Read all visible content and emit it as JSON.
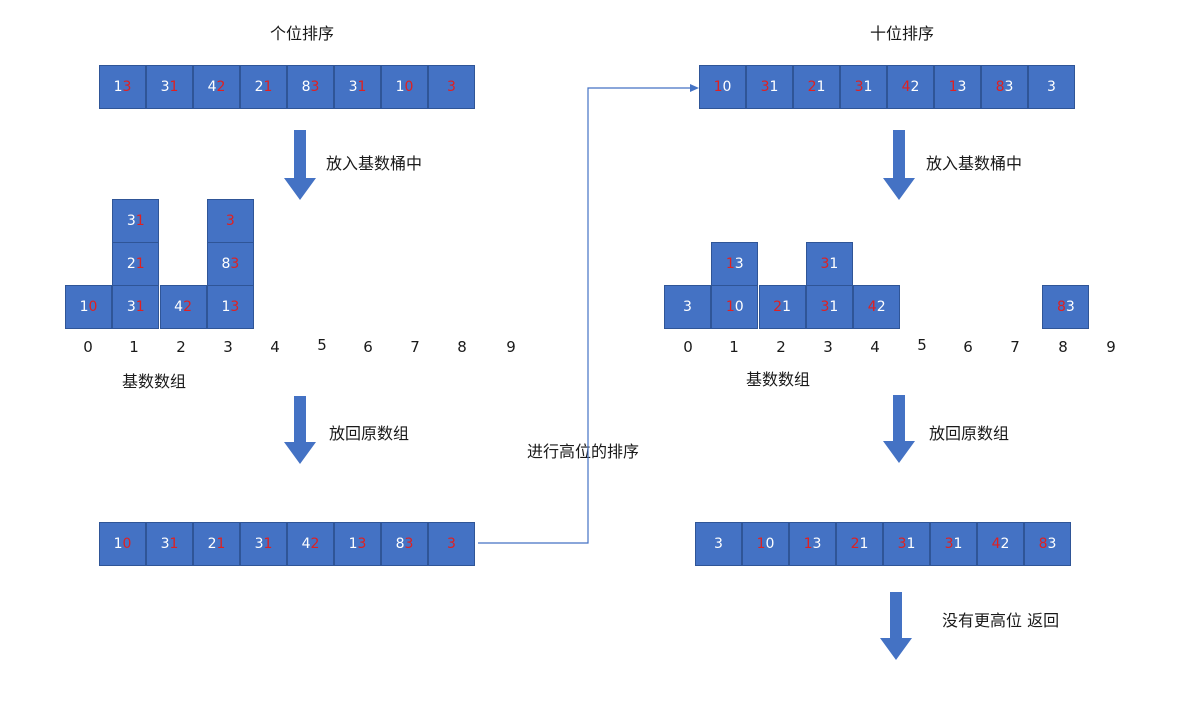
{
  "titles": {
    "ones_sort": "个位排序",
    "tens_sort": "十位排序"
  },
  "labels": {
    "put_buckets_left": "放入基数桶中",
    "put_buckets_right": "放入基数桶中",
    "bucket_array_left": "基数数组",
    "bucket_array_right": "基数数组",
    "put_back_left": "放回原数组",
    "put_back_right": "放回原数组",
    "next_digit": "进行高位的排序",
    "no_more_return": "没有更高位 返回"
  },
  "index_digits": [
    "0",
    "1",
    "2",
    "3",
    "4",
    "5",
    "6",
    "7",
    "8",
    "9"
  ],
  "left": {
    "initial": [
      {
        "a": "1",
        "b": "3"
      },
      {
        "a": "3",
        "b": "1"
      },
      {
        "a": "4",
        "b": "2"
      },
      {
        "a": "2",
        "b": "1"
      },
      {
        "a": "8",
        "b": "3"
      },
      {
        "a": "3",
        "b": "1"
      },
      {
        "a": "1",
        "b": "0"
      },
      {
        "a": "",
        "b": "3"
      }
    ],
    "buckets": {
      "b0": [
        {
          "a": "1",
          "b": "0"
        }
      ],
      "b1": [
        {
          "a": "3",
          "b": "1"
        },
        {
          "a": "2",
          "b": "1"
        },
        {
          "a": "3",
          "b": "1"
        }
      ],
      "b2": [
        {
          "a": "4",
          "b": "2"
        }
      ],
      "b3": [
        {
          "a": "1",
          "b": "3"
        },
        {
          "a": "8",
          "b": "3"
        },
        {
          "a": "",
          "b": "3"
        }
      ]
    },
    "result": [
      {
        "a": "1",
        "b": "0"
      },
      {
        "a": "3",
        "b": "1"
      },
      {
        "a": "2",
        "b": "1"
      },
      {
        "a": "3",
        "b": "1"
      },
      {
        "a": "4",
        "b": "2"
      },
      {
        "a": "1",
        "b": "3"
      },
      {
        "a": "8",
        "b": "3"
      },
      {
        "a": "",
        "b": "3"
      }
    ]
  },
  "right": {
    "initial": [
      {
        "a": "1",
        "b": "0"
      },
      {
        "a": "3",
        "b": "1"
      },
      {
        "a": "2",
        "b": "1"
      },
      {
        "a": "3",
        "b": "1"
      },
      {
        "a": "4",
        "b": "2"
      },
      {
        "a": "1",
        "b": "3"
      },
      {
        "a": "8",
        "b": "3"
      },
      {
        "a": "",
        "b": "3"
      }
    ],
    "buckets": {
      "b0": [
        {
          "a": "",
          "b": "3"
        }
      ],
      "b1": [
        {
          "a": "1",
          "b": "0"
        },
        {
          "a": "1",
          "b": "3"
        }
      ],
      "b2": [
        {
          "a": "2",
          "b": "1"
        }
      ],
      "b3": [
        {
          "a": "3",
          "b": "1"
        },
        {
          "a": "3",
          "b": "1"
        }
      ],
      "b4": [
        {
          "a": "4",
          "b": "2"
        }
      ],
      "b8": [
        {
          "a": "8",
          "b": "3"
        }
      ]
    },
    "result": [
      {
        "a": "",
        "b": "3"
      },
      {
        "a": "1",
        "b": "0"
      },
      {
        "a": "1",
        "b": "3"
      },
      {
        "a": "2",
        "b": "1"
      },
      {
        "a": "3",
        "b": "1"
      },
      {
        "a": "3",
        "b": "1"
      },
      {
        "a": "4",
        "b": "2"
      },
      {
        "a": "8",
        "b": "3"
      }
    ]
  },
  "colors": {
    "cell_fill": "#4472c4",
    "cell_border": "#2f5597",
    "highlight_digit": "#e02020",
    "normal_digit": "#ffffff",
    "connector": "#4472c4"
  }
}
